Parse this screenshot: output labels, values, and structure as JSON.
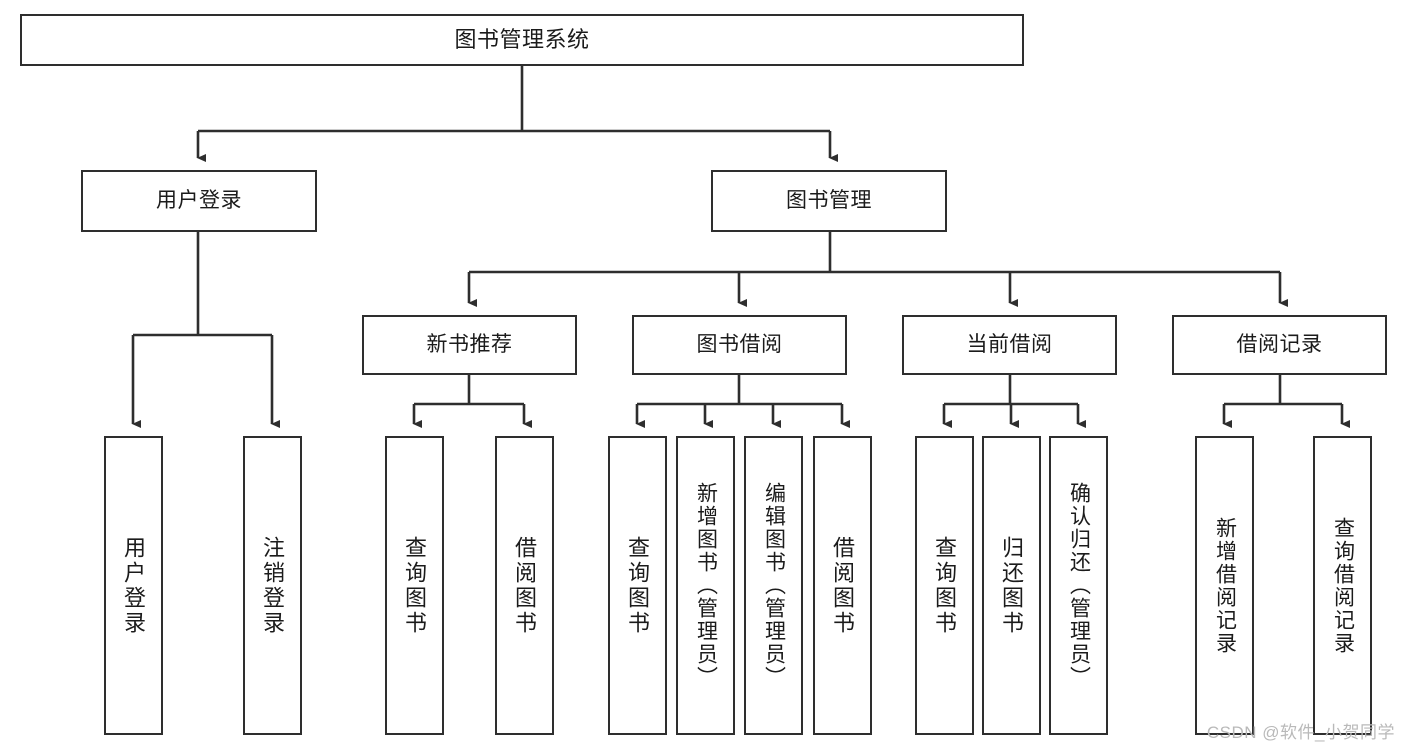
{
  "diagram": {
    "title": "图书管理系统",
    "type": "tree",
    "root": {
      "label": "图书管理系统",
      "children": [
        {
          "label": "用户登录",
          "children": [
            {
              "label": "用户登录"
            },
            {
              "label": "注销登录"
            }
          ]
        },
        {
          "label": "图书管理",
          "children": [
            {
              "label": "新书推荐",
              "children": [
                {
                  "label": "查询图书"
                },
                {
                  "label": "借阅图书"
                }
              ]
            },
            {
              "label": "图书借阅",
              "children": [
                {
                  "label": "查询图书"
                },
                {
                  "label": "新增图书（管理员）"
                },
                {
                  "label": "编辑图书（管理员）"
                },
                {
                  "label": "借阅图书"
                }
              ]
            },
            {
              "label": "当前借阅",
              "children": [
                {
                  "label": "查询图书"
                },
                {
                  "label": "归还图书"
                },
                {
                  "label": "确认归还（管理员）"
                }
              ]
            },
            {
              "label": "借阅记录",
              "children": [
                {
                  "label": "新增借阅记录"
                },
                {
                  "label": "查询借阅记录"
                }
              ]
            }
          ]
        }
      ]
    }
  },
  "nodes": {
    "root": "图书管理系统",
    "user_login": "用户登录",
    "book_manage": "图书管理",
    "new_book_rec": "新书推荐",
    "book_borrow": "图书借阅",
    "current_borrow": "当前借阅",
    "borrow_record": "借阅记录",
    "leaf_user_login": "用户登录",
    "leaf_logout": "注销登录",
    "leaf_rec_query": "查询图书",
    "leaf_rec_borrow": "借阅图书",
    "leaf_borrow_query": "查询图书",
    "leaf_borrow_add": "新增图书（管理员）",
    "leaf_borrow_edit": "编辑图书（管理员）",
    "leaf_borrow_borrow": "借阅图书",
    "leaf_cur_query": "查询图书",
    "leaf_cur_return": "归还图书",
    "leaf_cur_confirm": "确认归还（管理员）",
    "leaf_rec_add": "新增借阅记录",
    "leaf_rec_query_record": "查询借阅记录"
  },
  "watermark": "CSDN @软件_小贺同学",
  "colors": {
    "stroke": "#2e2e2e",
    "fill": "#ffffff",
    "text": "#1b1b1b",
    "watermark": "#b9b9b9"
  }
}
